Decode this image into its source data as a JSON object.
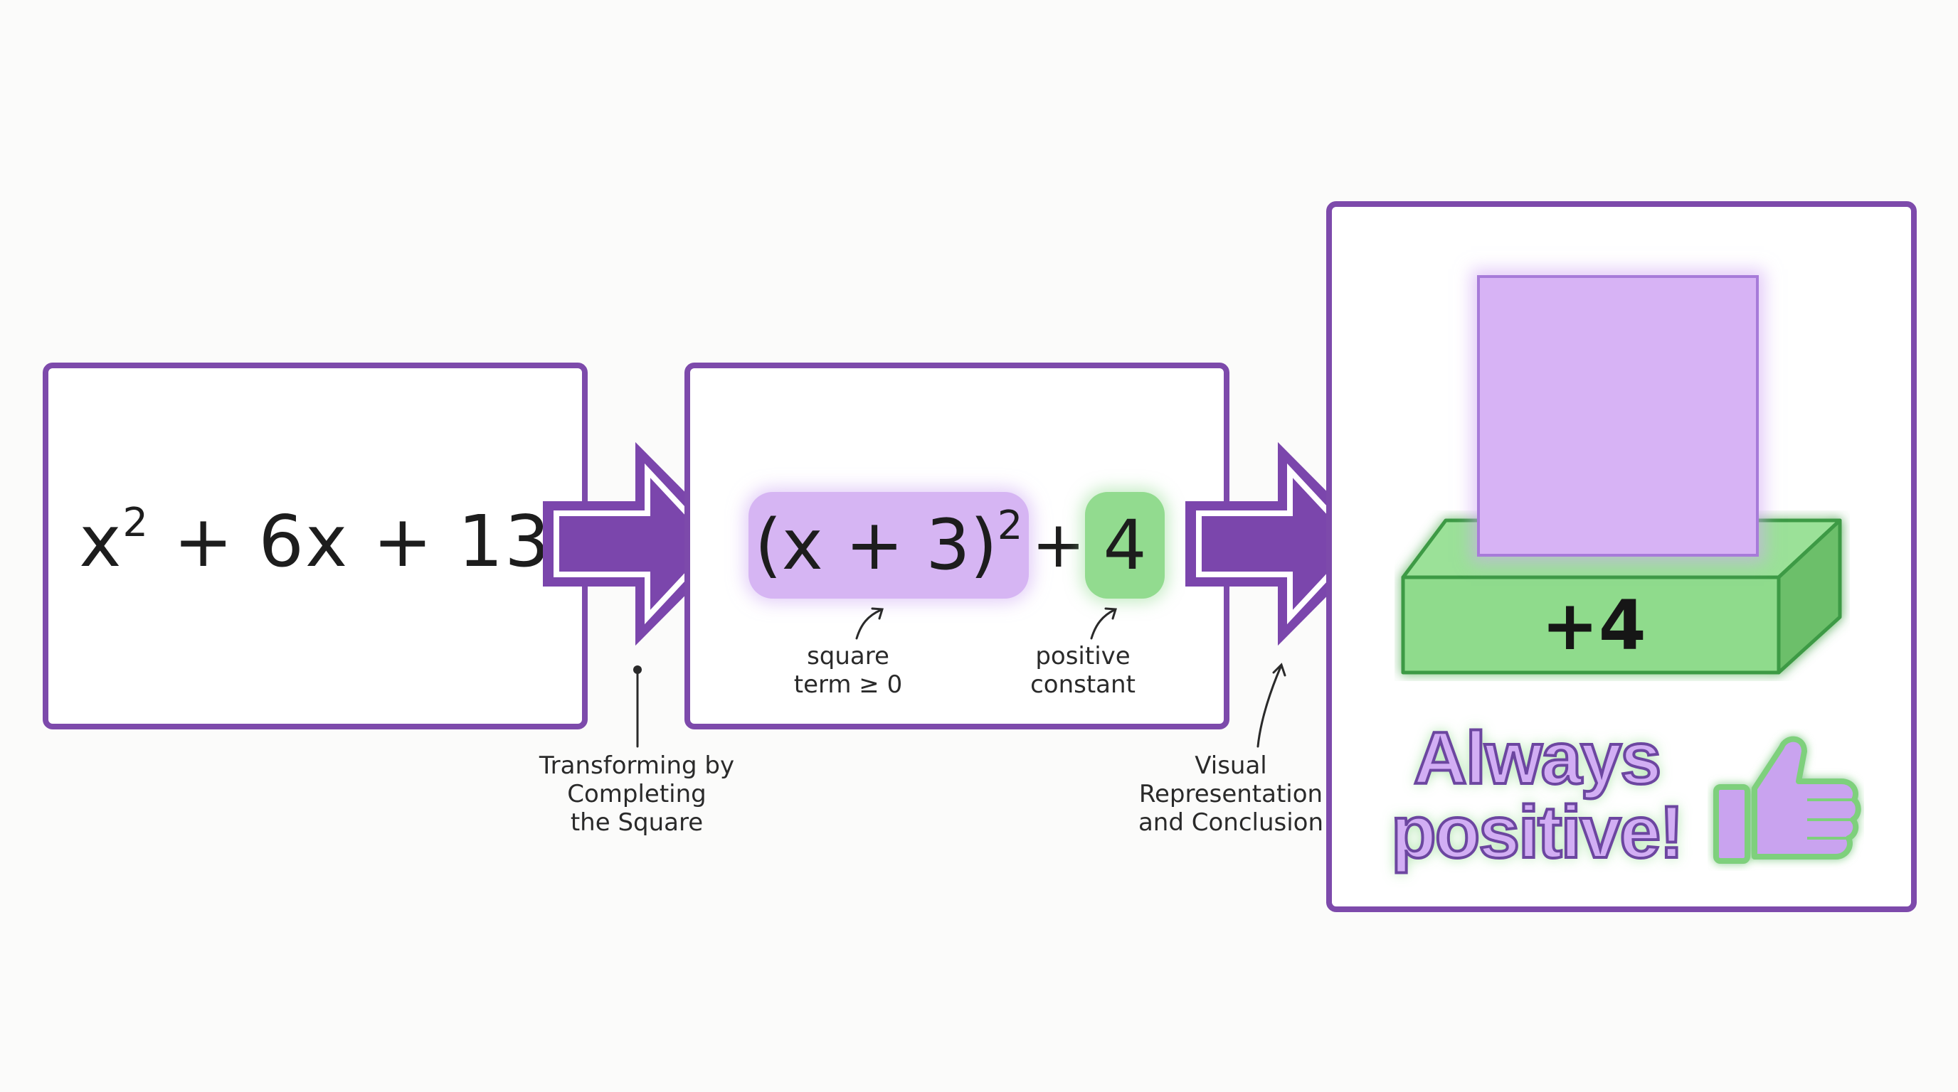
{
  "expression": {
    "base": "x",
    "exponent": "2",
    "rest": " + 6x + 13"
  },
  "completed_square": {
    "square_base": "(x + 3)",
    "square_exponent": "2",
    "plus": "+",
    "constant": "4"
  },
  "annotations": {
    "square_term": [
      "square",
      "term ≥ 0"
    ],
    "positive_constant": [
      "positive",
      "constant"
    ]
  },
  "steps": {
    "step1": [
      "Transforming by",
      "Completing",
      "the Square"
    ],
    "step2": [
      "Visual",
      "Representation",
      "and Conclusion"
    ]
  },
  "visual": {
    "block_label": "+4",
    "conclusion_line1": "Always",
    "conclusion_line2": "positive!",
    "icon": "thumbs-up-icon"
  },
  "colors": {
    "border_purple": "#7d4aab",
    "arrow_purple": "#7b46ac",
    "lilac": "#d6b5f3",
    "green": "#92db8f",
    "dark_green": "#3e9a45"
  }
}
